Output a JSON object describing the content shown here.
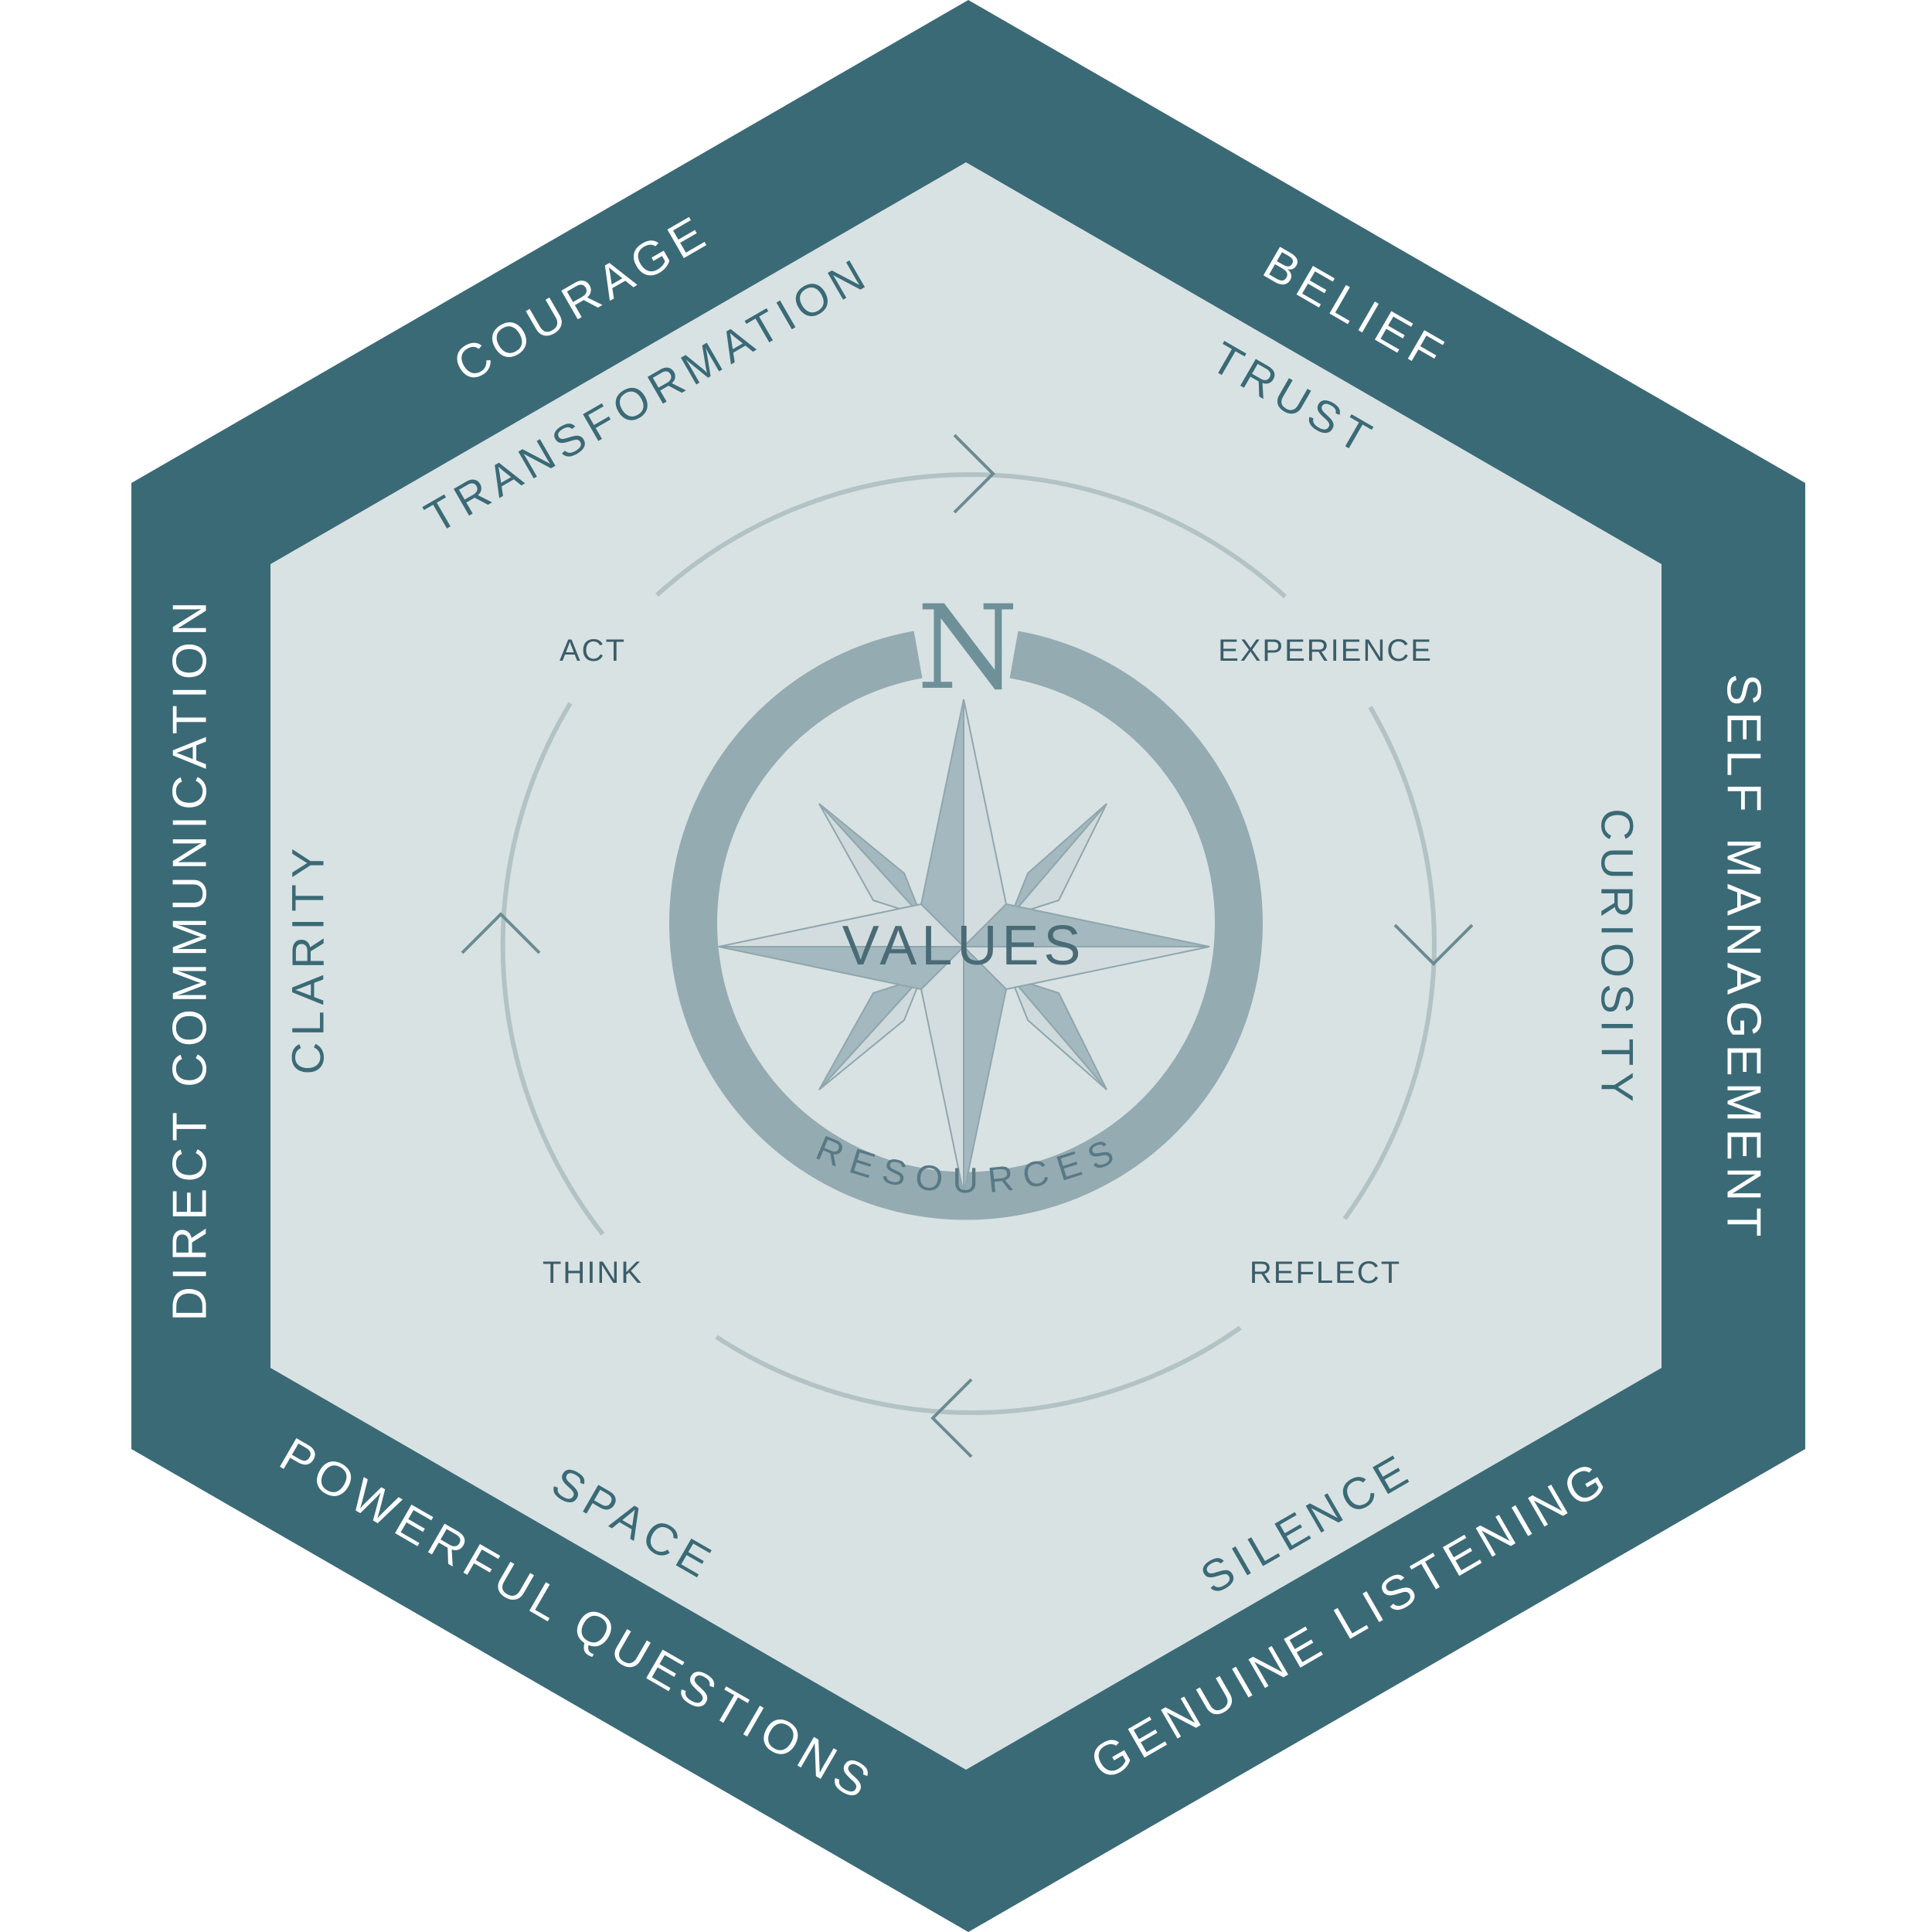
{
  "colors": {
    "outer_hexagon": "#3b6a77",
    "inner_hexagon": "#d8e2e3",
    "compass_ring": "#94abb2",
    "cycle_arc": "#b3c3c5",
    "outer_text": "#ffffff",
    "inner_text": "#3b6a77"
  },
  "outer_labels": {
    "top_left": "COURAGE",
    "top_right": "BELIEF",
    "right": "SELF MANAGEMENT",
    "bottom_right": "GENUINE LISTENING",
    "bottom_left": "POWERFUL QUESTIONS",
    "left": "DIRECT COMMUNICATION"
  },
  "inner_labels": {
    "top_left": "TRANSFORMATION",
    "top_right": "TRUST",
    "right": "CURIOSITY",
    "bottom_right": "SILENCE",
    "bottom_left": "SPACE",
    "left": "CLARITY"
  },
  "cycle_steps": {
    "act": "ACT",
    "experience": "EXPERIENCE",
    "reflect": "REFLECT",
    "think": "THINK"
  },
  "compass": {
    "north": "N",
    "center": "VALUES",
    "ring_label": "RESOURCES"
  }
}
